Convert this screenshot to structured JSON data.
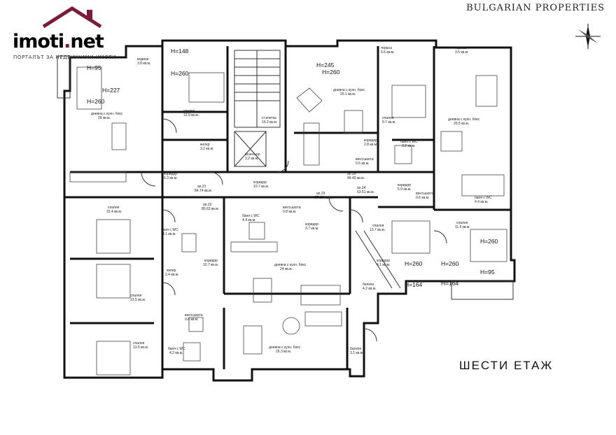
{
  "header": {
    "logo_main": "imoti",
    "logo_dot": ".",
    "logo_tld": "net",
    "logo_tagline": "ПОРТАЛЪТ ЗА НЕДВИЖИМИ ИМОТИ",
    "brand": "BULGARIAN PROPERTIES",
    "colors": {
      "logo_roof": "#7b1a3a",
      "logo_text": "#000000"
    }
  },
  "floor_title": "ШЕСТИ ЕТАЖ",
  "compass_icon": "north-arrow",
  "height_marks": [
    "H=148",
    "H=95",
    "H=227",
    "H=260",
    "H=260",
    "H=245",
    "H=260",
    "H=260",
    "H=260",
    "H=260",
    "H=95",
    "H=164",
    "H=164"
  ],
  "rooms": [
    {
      "name": "водиня",
      "area": "3.8 кв.м."
    },
    {
      "name": "дневна с кухн. бокс",
      "area": "26 кв.м."
    },
    {
      "name": "спалня",
      "area": "12.9 кв.м."
    },
    {
      "name": "килер",
      "area": "3.2 кв.м."
    },
    {
      "name": "асансьор",
      "area": "3.2 кв.м."
    },
    {
      "name": "ст.клетка",
      "area": "15.2 кв.м."
    },
    {
      "name": "тераса",
      "area": "5.6 кв.м."
    },
    {
      "name": "тераса",
      "area": "3.5 кв.м."
    },
    {
      "name": "дневна с кухн. бокс",
      "area": "20.1 кв.м."
    },
    {
      "name": "спалня",
      "area": "9.7 кв.м."
    },
    {
      "name": "дневна с кухн. бокс",
      "area": "20.5 кв.м."
    },
    {
      "name": "коридор",
      "area": "2.8 кв.м."
    },
    {
      "name": "баня с WC",
      "area": "3.2 кв.м."
    },
    {
      "name": "вент.шахта",
      "area": "0.6 кв.м."
    },
    {
      "name": "ап.25",
      "area": "49.40 кв.м."
    },
    {
      "name": "коридор",
      "area": "6.3 кв.м."
    },
    {
      "name": "ап.21",
      "area": "84.74 кв.м."
    },
    {
      "name": "коридор",
      "area": "10.7 кв.м."
    },
    {
      "name": "ап.24",
      "area": "53.51 кв.м."
    },
    {
      "name": "коридор",
      "area": "5.9 кв.м."
    },
    {
      "name": "вент.шахта",
      "area": "0.6 кв.м."
    },
    {
      "name": "баня с WC",
      "area": "4.4 кв.м."
    },
    {
      "name": "ап.23",
      "area": "57.60 кв.м."
    },
    {
      "name": "ап.22",
      "area": "80.63 кв.м."
    },
    {
      "name": "баня с WC",
      "area": "4.4 кв.м."
    },
    {
      "name": "вент.шахта",
      "area": "0.8 кв.м."
    },
    {
      "name": "спалня",
      "area": "15.4 кв.м."
    },
    {
      "name": "коридор",
      "area": "3.7 кв.м."
    },
    {
      "name": "спалня",
      "area": "13.7 кв.м."
    },
    {
      "name": "спалня",
      "area": "11.6 кв.м."
    },
    {
      "name": "баня с WC",
      "area": "4.1 кв.м."
    },
    {
      "name": "коридор",
      "area": "10.7 кв.м."
    },
    {
      "name": "коридор",
      "area": "4.1 кв.м."
    },
    {
      "name": "килер",
      "area": "2.4 кв.м."
    },
    {
      "name": "дневна с кухн. бокс",
      "area": "24 кв.м."
    },
    {
      "name": "балкон",
      "area": "4.2 кв.м."
    },
    {
      "name": "спалня",
      "area": "13.5 кв.м."
    },
    {
      "name": "вент.шахта",
      "area": "0.8 кв.м."
    },
    {
      "name": "спалня",
      "area": "13.5 кв.м."
    },
    {
      "name": "баня с WC",
      "area": "4.2 кв.м."
    },
    {
      "name": "дневна с кухн. бокс",
      "area": "26.3 кв.м."
    },
    {
      "name": "балкон",
      "area": "3.1 кв.м."
    }
  ]
}
